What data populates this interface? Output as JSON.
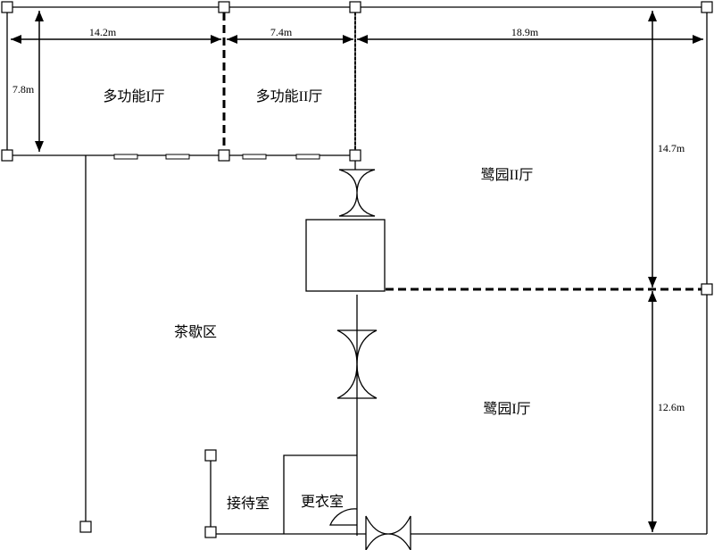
{
  "rooms": {
    "multi_1": "多功能I厅",
    "multi_2": "多功能II厅",
    "luyuan_2": "鹭园II厅",
    "luyuan_1": "鹭园I厅",
    "tea": "茶歇区",
    "reception": "接待室",
    "changing": "更衣室"
  },
  "dimensions": {
    "top_left": "14.2m",
    "top_mid": "7.4m",
    "top_right": "18.9m",
    "left_height": "7.8m",
    "right_upper": "14.7m",
    "right_lower": "12.6m"
  }
}
